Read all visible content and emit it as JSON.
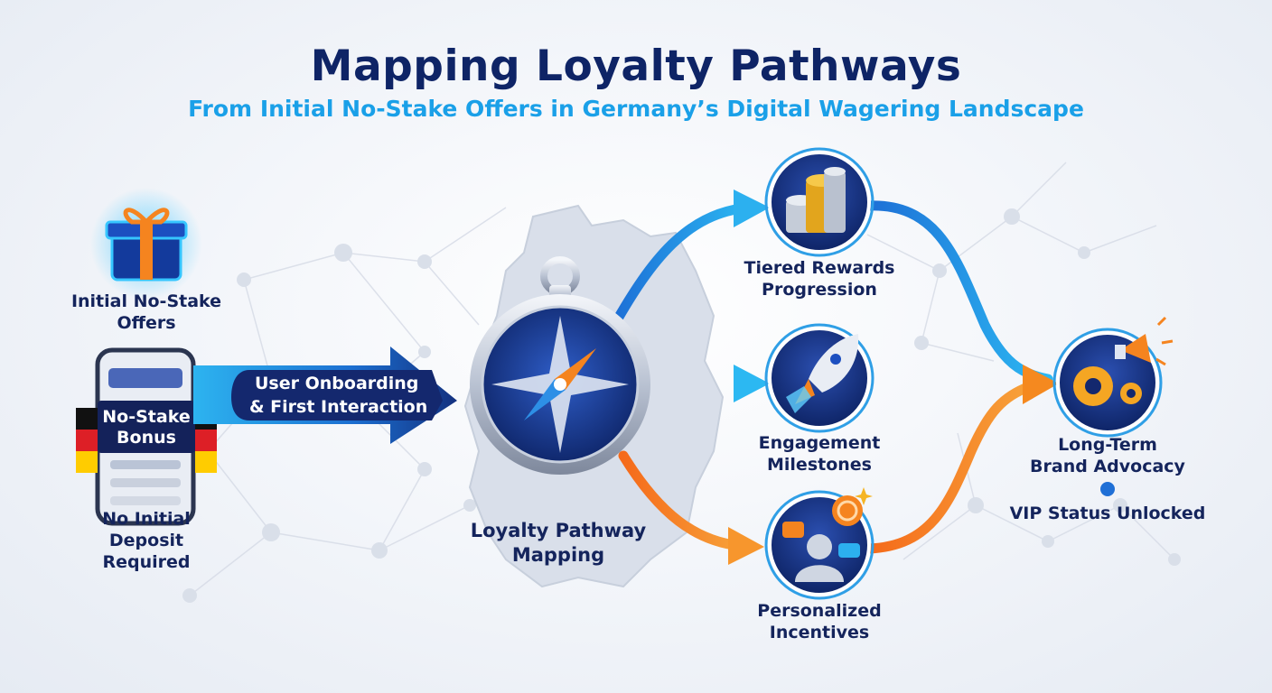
{
  "header": {
    "title": "Mapping Loyalty Pathways",
    "subtitle": "From Initial No-Stake Offers in Germany’s Digital Wagering Landscape"
  },
  "start": {
    "offer_line1": "Initial No-Stake",
    "offer_line2": "Offers",
    "bonus_line1": "No-Stake",
    "bonus_line2": "Bonus",
    "deposit_line1": "No Initial",
    "deposit_line2": "Deposit",
    "deposit_line3": "Required"
  },
  "onboarding": {
    "line1": "User Onboarding",
    "line2": "& First Interaction"
  },
  "hub": {
    "line1": "Loyalty Pathway",
    "line2": "Mapping"
  },
  "branches": {
    "tiered_line1": "Tiered Rewards",
    "tiered_line2": "Progression",
    "engagement_line1": "Engagement",
    "engagement_line2": "Milestones",
    "personalized_line1": "Personalized",
    "personalized_line2": "Incentives"
  },
  "outcome": {
    "line1": "Long-Term",
    "line2": "Brand Advocacy",
    "vip": "VIP Status Unlocked"
  },
  "colors": {
    "navy": "#0e2466",
    "blue": "#1aa0e8",
    "orange": "#f5841f",
    "gold": "#f5b524"
  }
}
